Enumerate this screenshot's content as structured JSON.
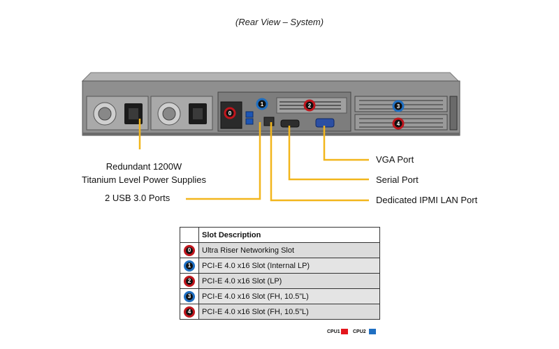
{
  "caption": "(Rear View – System)",
  "labels": {
    "psu_line1": "Redundant 1200W",
    "psu_line2": "Titanium Level Power Supplies",
    "usb": "2 USB 3.0 Ports",
    "vga": "VGA Port",
    "serial": "Serial Port",
    "ipmi": "Dedicated IPMI LAN Port"
  },
  "colors": {
    "callout_line": "#f2b61c",
    "cpu1": "#e3161d",
    "cpu2": "#1f6fc2",
    "chassis": "#8c8c8c"
  },
  "slot_markers": [
    "0",
    "1",
    "2",
    "3",
    "4"
  ],
  "table": {
    "header": "Slot Description",
    "rows": [
      {
        "num": "0",
        "cpu": "cpu1",
        "desc": "Ultra Riser Networking Slot"
      },
      {
        "num": "1",
        "cpu": "cpu2",
        "desc": "PCI-E 4.0 x16 Slot (Internal LP)"
      },
      {
        "num": "2",
        "cpu": "cpu1",
        "desc": "PCI-E 4.0 x16 Slot (LP)"
      },
      {
        "num": "3",
        "cpu": "cpu2",
        "desc": "PCI-E 4.0 x16 Slot (FH, 10.5”L)"
      },
      {
        "num": "4",
        "cpu": "cpu1",
        "desc": "PCI-E 4.0 x16 Slot (FH, 10.5”L)"
      }
    ]
  },
  "legend": {
    "cpu1": "CPU1",
    "cpu2": "CPU2"
  }
}
